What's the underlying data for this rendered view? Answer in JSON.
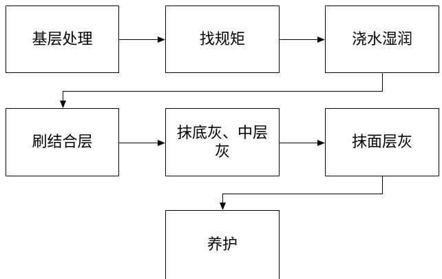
{
  "nodes": [
    {
      "label": "基层处理"
    },
    {
      "label": "找规矩"
    },
    {
      "label": "浇水湿润"
    },
    {
      "label": "刷结合层"
    },
    {
      "label": "抹底灰、中层灰"
    },
    {
      "label": "抹面层灰"
    },
    {
      "label": "养护"
    }
  ],
  "edges": [
    [
      0,
      1
    ],
    [
      1,
      2
    ],
    [
      2,
      3
    ],
    [
      3,
      4
    ],
    [
      4,
      5
    ],
    [
      5,
      6
    ]
  ],
  "colors": {
    "line": "#000000",
    "background": "#ffffff",
    "text": "#000000"
  }
}
